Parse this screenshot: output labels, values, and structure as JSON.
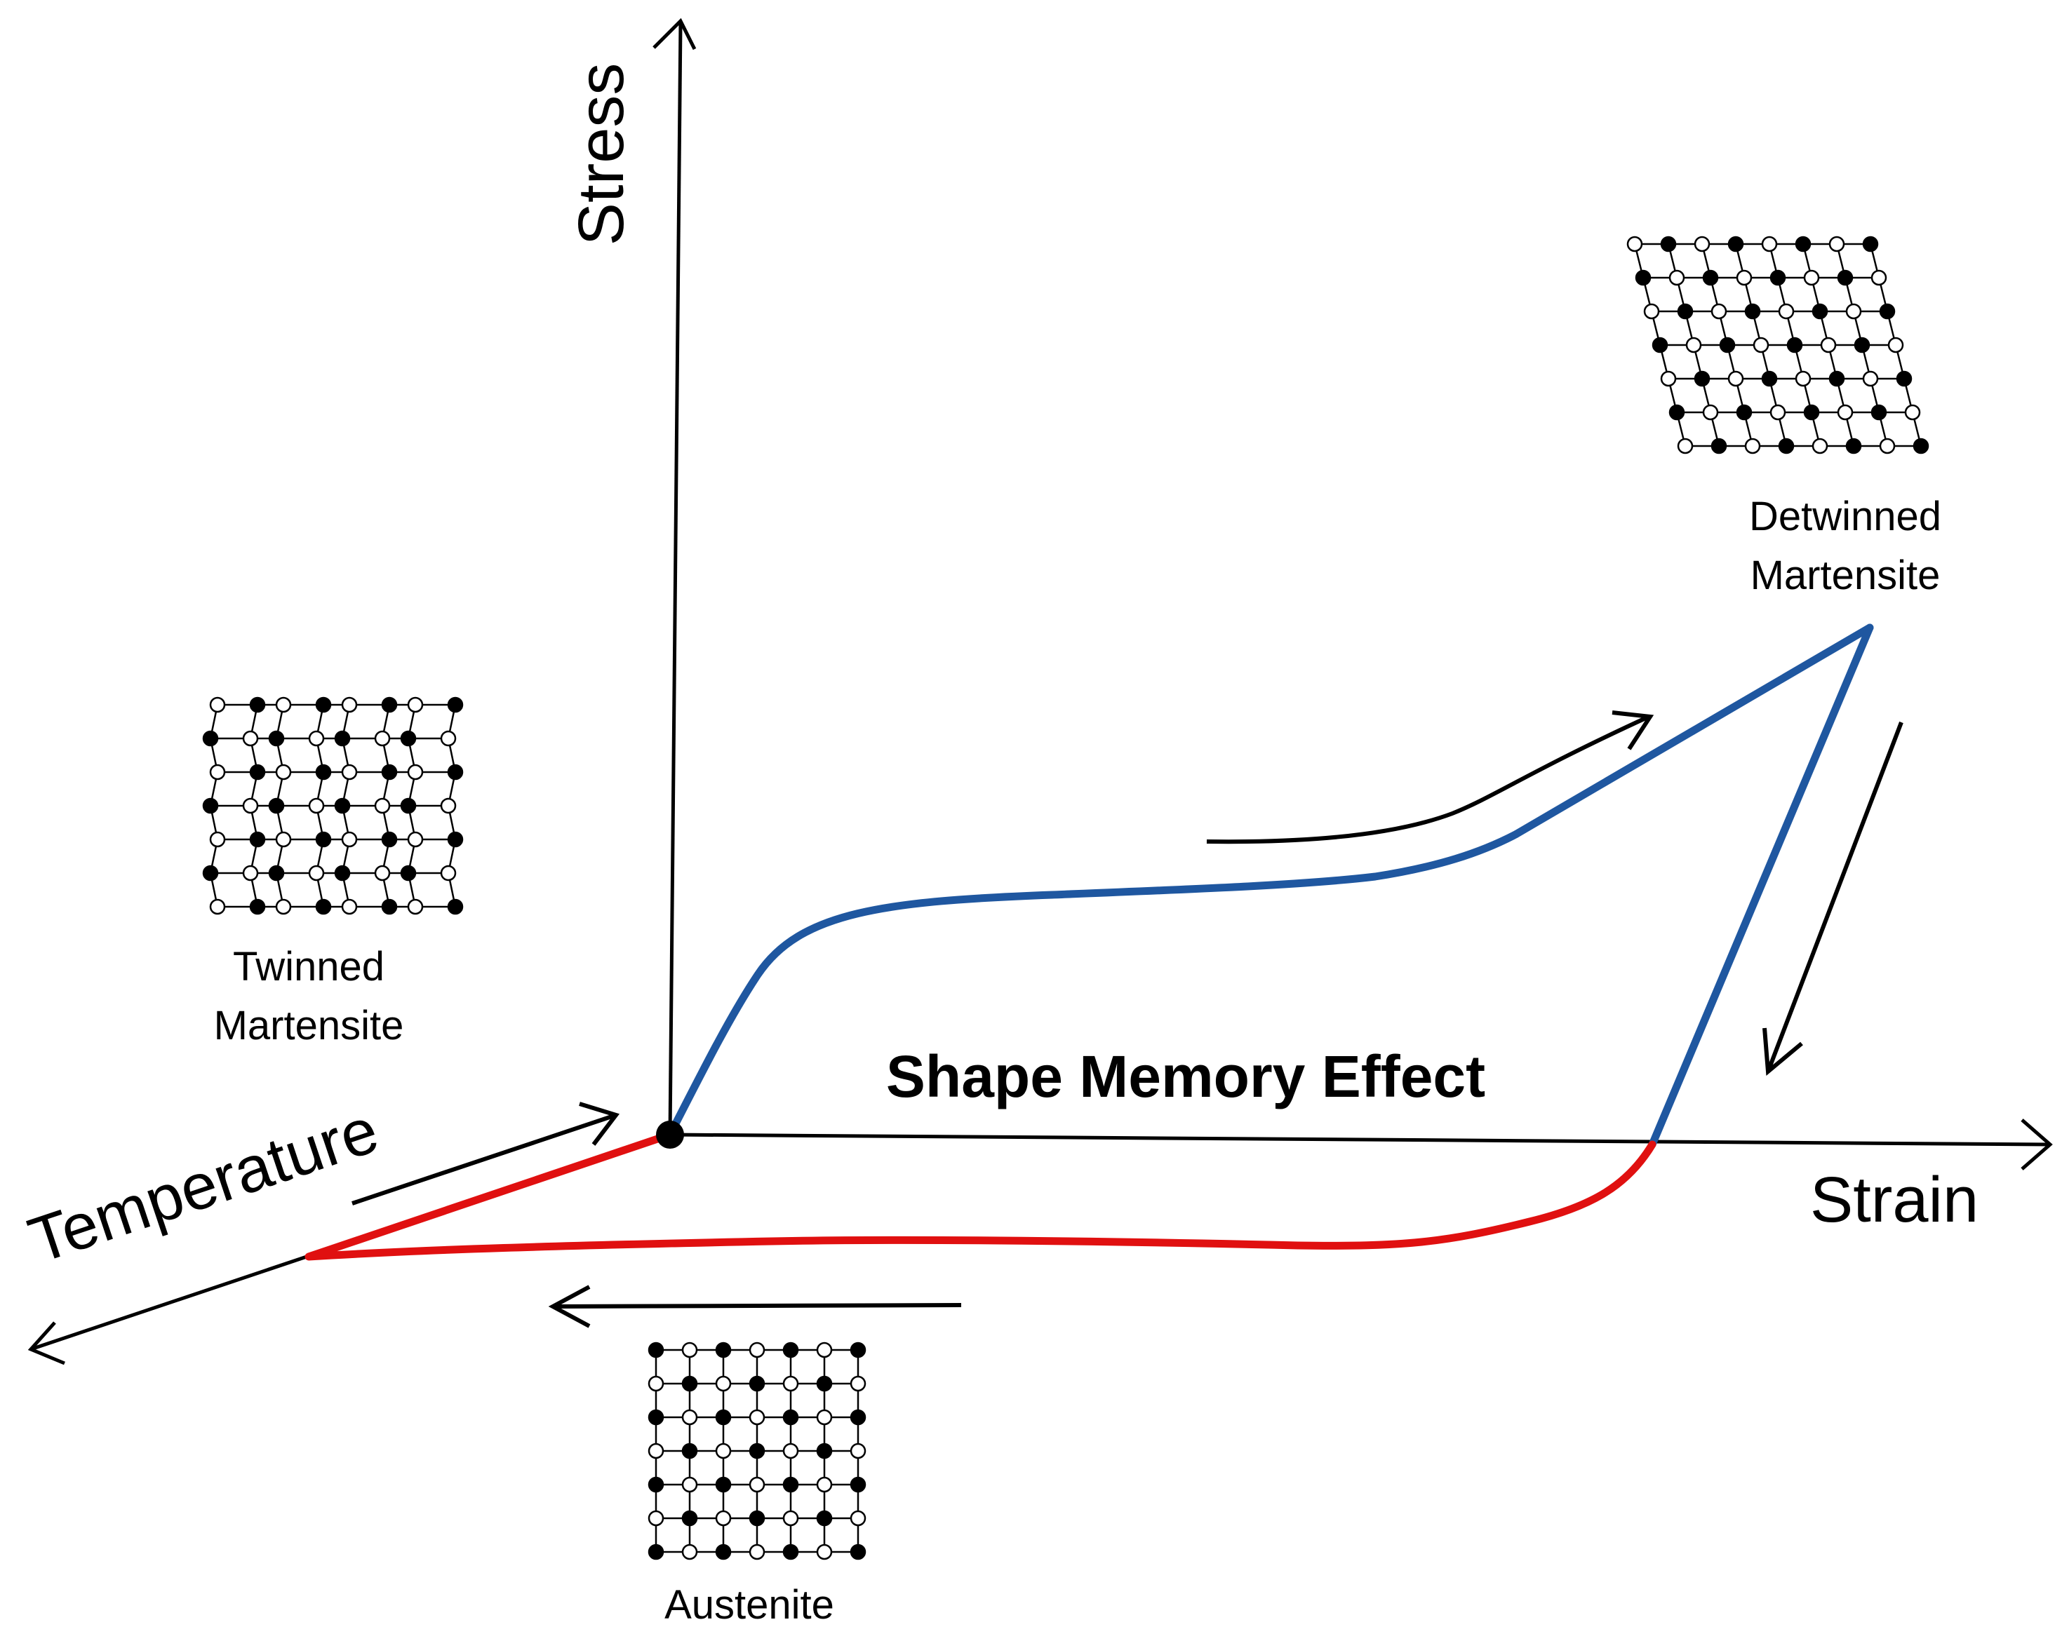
{
  "diagram": {
    "title": "Shape Memory Effect",
    "axes": {
      "stress": "Stress",
      "strain": "Strain",
      "temperature": "Temperature"
    },
    "phases": {
      "twinned": [
        "Twinned",
        "Martensite"
      ],
      "detwinned": [
        "Detwinned",
        "Martensite"
      ],
      "austenite": "Austenite"
    },
    "colors": {
      "loading_curve": "#1f57a0",
      "heating_curve": "#e01010",
      "axes": "#000000",
      "atom_filled": "#000000",
      "atom_open": "#ffffff"
    },
    "icons": {
      "origin": "origin-dot-icon",
      "direction": "arrow-icon",
      "lattice": "lattice-icon"
    }
  }
}
